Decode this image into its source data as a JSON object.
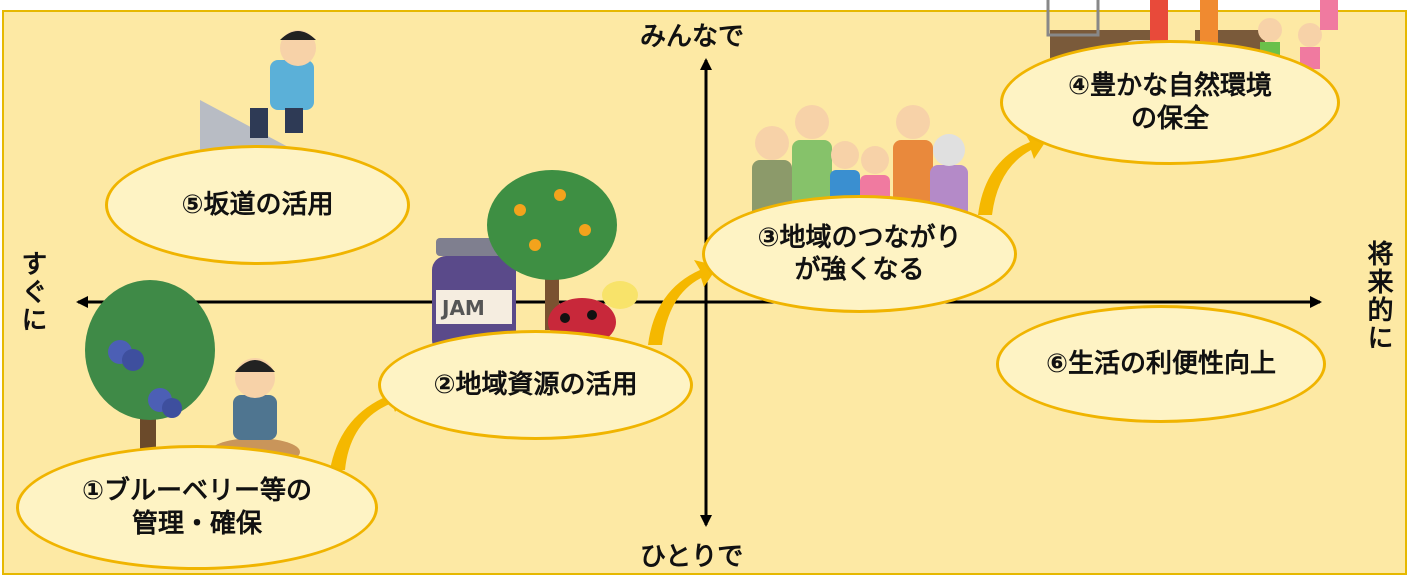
{
  "axes": {
    "top": "みんなで",
    "bottom": "ひとりで",
    "left": "すぐに",
    "right": "将来的に"
  },
  "items": [
    {
      "id": "1",
      "line1": "①ブルーベリー等の",
      "line2": "管理・確保"
    },
    {
      "id": "2",
      "line1": "②地域資源の活用",
      "line2": ""
    },
    {
      "id": "3",
      "line1": "③地域のつながり",
      "line2": "が強くなる"
    },
    {
      "id": "4",
      "line1": "④豊かな自然環境",
      "line2": "の保全"
    },
    {
      "id": "5",
      "line1": "⑤坂道の活用",
      "line2": ""
    },
    {
      "id": "6",
      "line1": "⑥生活の利便性向上",
      "line2": ""
    }
  ],
  "jam_label": "JAM",
  "colors": {
    "background": "#fde9a4",
    "ellipse_fill": "#fef3c4",
    "ellipse_border": "#f0b400",
    "arrow": "#f5b800"
  }
}
